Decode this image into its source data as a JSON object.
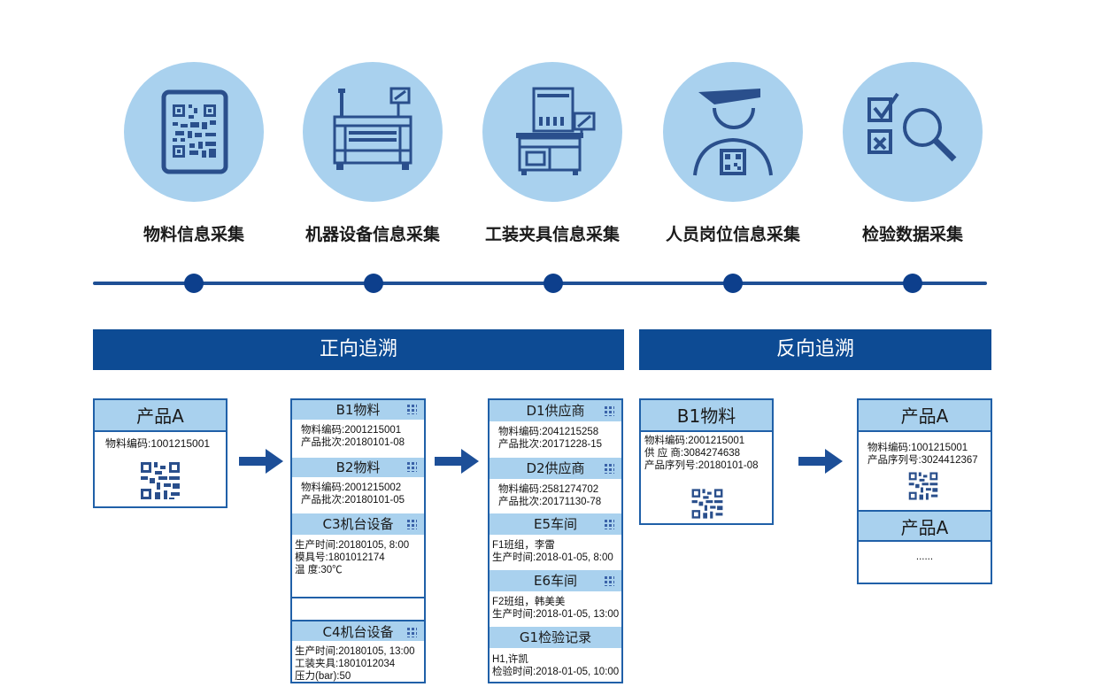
{
  "colors": {
    "circle": "#a9d1ee",
    "dark_blue": "#0d4b94",
    "timeline": "#1e4f95",
    "card_border": "#2060a8",
    "card_head": "#a9d1ee"
  },
  "categories": [
    {
      "label": "物料信息采集",
      "icon": "qr-code-icon"
    },
    {
      "label": "机器设备信息采集",
      "icon": "machine-icon"
    },
    {
      "label": "工装夹具信息采集",
      "icon": "fixture-icon"
    },
    {
      "label": "人员岗位信息采集",
      "icon": "worker-icon"
    },
    {
      "label": "检验数据采集",
      "icon": "inspection-icon"
    }
  ],
  "forward": {
    "title": "正向追溯",
    "product": {
      "title": "产品A",
      "line1": "物料编码:1001215001"
    },
    "col2": [
      {
        "title": "B1物料",
        "lines": [
          "物料编码:2001215001",
          "产品批次:20180101-08"
        ]
      },
      {
        "title": "B2物料",
        "lines": [
          "物料编码:2001215002",
          "产品批次:20180101-05"
        ]
      },
      {
        "title": "C3机台设备",
        "lines": [
          "生产时间:20180105, 8:00",
          "模具号:1801012174",
          "温 度:30℃"
        ]
      },
      {
        "title": "C4机台设备",
        "lines": [
          "生产时间:20180105, 13:00",
          "工装夹具:1801012034",
          "压力(bar):50"
        ]
      }
    ],
    "col3": [
      {
        "title": "D1供应商",
        "lines": [
          "物料编码:2041215258",
          "产品批次:20171228-15"
        ]
      },
      {
        "title": "D2供应商",
        "lines": [
          "物料编码:2581274702",
          "产品批次:20171130-78"
        ]
      },
      {
        "title": "E5车间",
        "lines": [
          "F1班组，李雷",
          "生产时间:2018-01-05, 8:00"
        ]
      },
      {
        "title": "E6车间",
        "lines": [
          "F2班组，韩美美",
          "生产时间:2018-01-05, 13:00"
        ]
      },
      {
        "title": "G1检验记录",
        "lines": [
          "H1,许凯",
          "检验时间:2018-01-05, 10:00"
        ]
      }
    ]
  },
  "reverse": {
    "title": "反向追溯",
    "material": {
      "title": "B1物料",
      "lines": [
        "物料编码:2001215001",
        "供 应 商:3084274638",
        "产品序列号:20180101-08"
      ]
    },
    "product1": {
      "title": "产品A",
      "lines": [
        "物料编码:1001215001",
        "产品序列号:3024412367"
      ]
    },
    "product2": {
      "title": "产品A",
      "more": "......"
    }
  }
}
